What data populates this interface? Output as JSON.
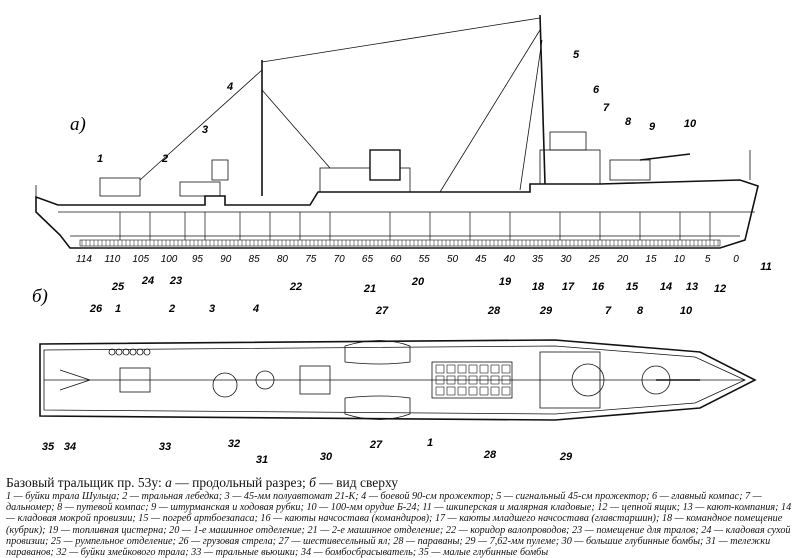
{
  "view_a_label": "а)",
  "view_b_label": "б)",
  "station_numbers": [
    "114",
    "110",
    "105",
    "100",
    "95",
    "90",
    "85",
    "80",
    "75",
    "70",
    "65",
    "60",
    "55",
    "50",
    "45",
    "40",
    "35",
    "30",
    "25",
    "20",
    "15",
    "10",
    "5",
    "0"
  ],
  "profile_callouts": [
    {
      "id": "p1",
      "label": "1"
    },
    {
      "id": "p2",
      "label": "2"
    },
    {
      "id": "p3",
      "label": "3"
    },
    {
      "id": "p4",
      "label": "4"
    },
    {
      "id": "p5",
      "label": "5"
    },
    {
      "id": "p6",
      "label": "6"
    },
    {
      "id": "p7",
      "label": "7"
    },
    {
      "id": "p8",
      "label": "8"
    },
    {
      "id": "p9",
      "label": "9"
    },
    {
      "id": "p10",
      "label": "10"
    },
    {
      "id": "p11",
      "label": "11"
    },
    {
      "id": "p12",
      "label": "12"
    },
    {
      "id": "p13",
      "label": "13"
    },
    {
      "id": "p14",
      "label": "14"
    },
    {
      "id": "p15",
      "label": "15"
    },
    {
      "id": "p16",
      "label": "16"
    },
    {
      "id": "p17",
      "label": "17"
    },
    {
      "id": "p18",
      "label": "18"
    },
    {
      "id": "p19",
      "label": "19"
    },
    {
      "id": "p20",
      "label": "20"
    },
    {
      "id": "p21",
      "label": "21"
    },
    {
      "id": "p22",
      "label": "22"
    },
    {
      "id": "p23",
      "label": "23"
    },
    {
      "id": "p24",
      "label": "24"
    },
    {
      "id": "p25",
      "label": "25"
    }
  ],
  "plan_callouts": [
    {
      "id": "q26",
      "label": "26"
    },
    {
      "id": "q1",
      "label": "1"
    },
    {
      "id": "q2",
      "label": "2"
    },
    {
      "id": "q3",
      "label": "3"
    },
    {
      "id": "q4",
      "label": "4"
    },
    {
      "id": "q27a",
      "label": "27"
    },
    {
      "id": "q28a",
      "label": "28"
    },
    {
      "id": "q29a",
      "label": "29"
    },
    {
      "id": "q7",
      "label": "7"
    },
    {
      "id": "q8",
      "label": "8"
    },
    {
      "id": "q10",
      "label": "10"
    },
    {
      "id": "q35",
      "label": "35"
    },
    {
      "id": "q34",
      "label": "34"
    },
    {
      "id": "q33",
      "label": "33"
    },
    {
      "id": "q32",
      "label": "32"
    },
    {
      "id": "q31",
      "label": "31"
    },
    {
      "id": "q30",
      "label": "30"
    },
    {
      "id": "q27b",
      "label": "27"
    },
    {
      "id": "q1b",
      "label": "1"
    },
    {
      "id": "q28b",
      "label": "28"
    },
    {
      "id": "q29b",
      "label": "29"
    }
  ],
  "caption": {
    "title_main": "Базовый тральщик пр. 53у:",
    "title_a": "а",
    "title_a_text": " — продольный разрез;",
    "title_b": "б",
    "title_b_text": " — вид сверху",
    "legend": "1 — буйки трала Шульца; 2 — тральная лебедка; 3 — 45-мм полуавтомат 21-К; 4 — боевой 90-см прожектор; 5 — сигнальный 45-см прожектор; 6 — главный компас; 7 — дальномер; 8 — путевой компас; 9 — штурманская и ходовая рубки; 10 — 100-мм орудие Б-24; 11 — шкиперская и малярная кладовые; 12 — цепной ящик; 13 — кают-компания; 14 — кладовая мокрой провизии; 15 — погреб артбоезапаса; 16 — каюты начсостава (командиров); 17 — каюты младшего начсостава (главстаршин); 18 — командное помещение (кубрик); 19 — топливная цистерна; 20 — 1-е машинное отделение; 21 — 2-е машинное отделение; 22 — коридор валопроводов; 23 — помещение для тралов; 24 — кладовая сухой провизии; 25 — румпельное отделение; 26 — грузовая стрела; 27 — шестивесельный ял; 28 — параваны; 29 — 7,62-мм пулеме; 30 — большие глубинные бомбы; 31 — тележки параванов; 32 — буйки змейкового трала; 33 — тральные вьюшки; 34 — бомбосбрасыватель; 35 — малые глубинные бомбы"
  }
}
